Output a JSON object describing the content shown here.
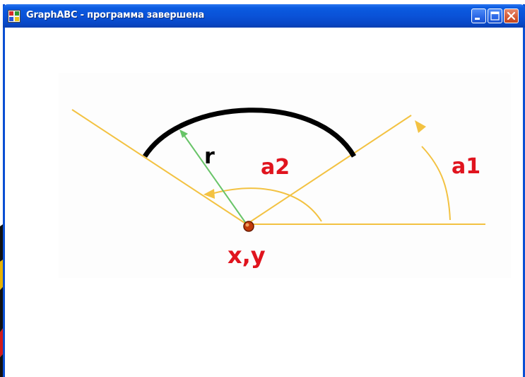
{
  "window": {
    "title": "GraphABC - программа завершена",
    "app_icon": "graphabc-app-icon",
    "controls": {
      "minimize_icon": "minimize-icon",
      "maximize_icon": "maximize-icon",
      "close_icon": "close-icon"
    },
    "accent_color": "#0a52d8"
  },
  "diagram": {
    "labels": {
      "radius": "r",
      "angle2": "a2",
      "angle1": "a1",
      "center": "x,y"
    },
    "colors": {
      "rays": "#f3c242",
      "arc": "#000000",
      "radius_line": "#68c468",
      "labels_red": "#e0141e",
      "label_black": "#000000",
      "center_dot": "#c23b0a"
    }
  }
}
